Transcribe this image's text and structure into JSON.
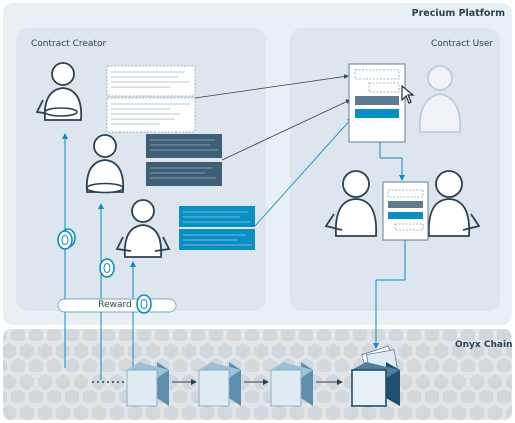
{
  "labels": {
    "platform": "Precium Platform",
    "creator": "Contract Creator",
    "user": "Contract User",
    "chain": "Onyx Chain",
    "reward": "Reward"
  },
  "colors": {
    "platform_bg": "#e9f0f5",
    "panel_bg": "#dde6ee",
    "chain_bg": "#e3e6e9",
    "hex_cell": "#cfd5da",
    "ink": "#2b4254",
    "accent": "#0a8fc3",
    "dark_box": "#3f5f77",
    "block_face": "#dfeaf2",
    "block_side": "#5f8fb0"
  },
  "icons": {
    "people": "person-icon",
    "coins": "coin-icon",
    "cursor": "cursor-icon",
    "blocks": "block-icon"
  }
}
